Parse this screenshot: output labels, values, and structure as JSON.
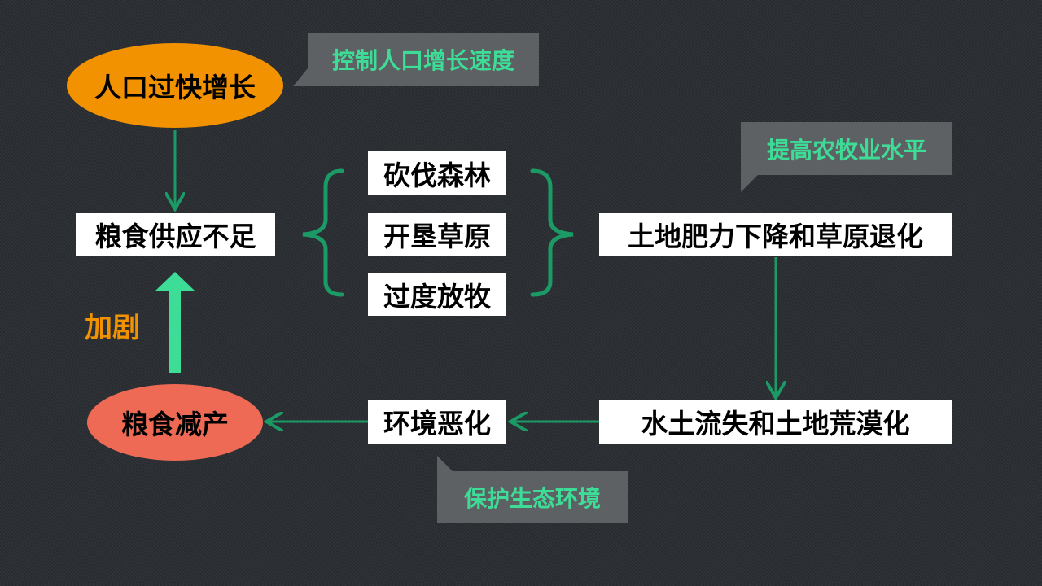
{
  "nodes": {
    "population": "人口过快增长",
    "food_shortage": "粮食供应不足",
    "deforestation": "砍伐森林",
    "grassland_reclaim": "开垦草原",
    "overgrazing": "过度放牧",
    "soil_degradation": "土地肥力下降和草原退化",
    "erosion": "水土流失和土地荒漠化",
    "environment": "环境恶化",
    "food_decrease": "粮食减产"
  },
  "callouts": {
    "control_population": "控制人口增长速度",
    "improve_agriculture": "提高农牧业水平",
    "protect_environment": "保护生态环境"
  },
  "intensify_label": "加剧",
  "colors": {
    "orange": "#f39200",
    "red": "#ee6a55",
    "arrow_green": "#1b9a66",
    "light_green": "#3ddc97",
    "callout_bg": "#5e6163"
  }
}
